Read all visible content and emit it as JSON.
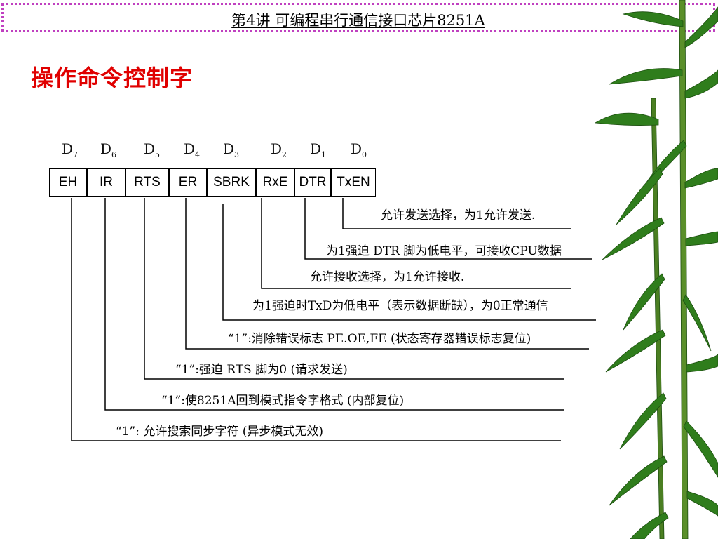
{
  "header": {
    "title": "第4讲    可编程串行通信接口芯片8251A"
  },
  "slide": {
    "title": "操作命令控制字"
  },
  "bits": [
    {
      "label": "D",
      "sub": "7",
      "field": "EH"
    },
    {
      "label": "D",
      "sub": "6",
      "field": "IR"
    },
    {
      "label": "D",
      "sub": "5",
      "field": "RTS"
    },
    {
      "label": "D",
      "sub": "4",
      "field": "ER"
    },
    {
      "label": "D",
      "sub": "3",
      "field": "SBRK"
    },
    {
      "label": "D",
      "sub": "2",
      "field": "RxE"
    },
    {
      "label": "D",
      "sub": "1",
      "field": "DTR"
    },
    {
      "label": "D",
      "sub": "0",
      "field": "TxEN"
    }
  ],
  "descriptions": {
    "txen": "允许发送选择，为1允许发送.",
    "dtr": "为1强迫 DTR 脚为低电平，可接收CPU数据",
    "rxe": "允许接收选择，为1允许接收.",
    "sbrk": "为1强迫时TxD为低电平（表示数据断缺），为0正常通信",
    "er": "“1”:消除错误标志 PE.OE,FE (状态寄存器错误标志复位)",
    "rts": "“1”:强迫 RTS 脚为0 (请求发送)",
    "ir": "“1”:使8251A回到模式指令字格式 (内部复位)",
    "eh": "“1”: 允许搜索同步字符 (异步模式无效)"
  },
  "colors": {
    "title": "#e00000",
    "header_border": "#c040c0",
    "bamboo": "#2f7d1c"
  }
}
